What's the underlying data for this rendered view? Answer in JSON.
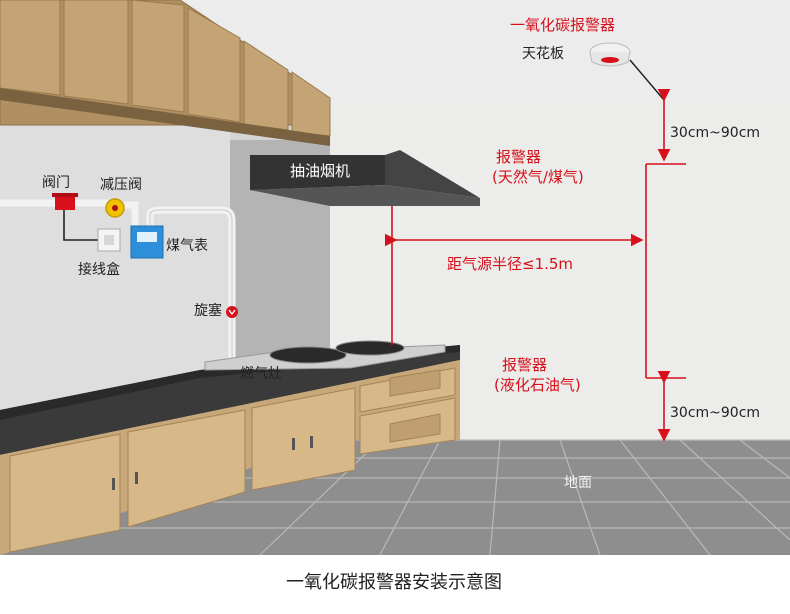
{
  "caption": "一氧化碳报警器安装示意图",
  "labels": {
    "co_alarm": "一氧化碳报警器",
    "ceiling": "天花板",
    "hood": "抽油烟机",
    "valve": "阀门",
    "regulator": "减压阀",
    "meter": "煤气表",
    "junction_box": "接线盒",
    "plug_valve": "旋塞",
    "stove": "燃气灶",
    "floor": "地面"
  },
  "alarms": {
    "natural_gas": [
      "报警器",
      "(天然气/煤气)"
    ],
    "lpg": [
      "报警器",
      "(液化石油气)"
    ]
  },
  "dimensions": {
    "ceiling_gap": "30cm~90cm",
    "floor_gap": "30cm~90cm",
    "radius": "距气源半径≤1.5m"
  },
  "colors": {
    "accent": "#d7101b",
    "wall": "#ececea",
    "cabinet": "#c8a878",
    "countertop": "#3a3a3a",
    "floor": "#8a8a8a",
    "hood": "#3c3c3c"
  }
}
